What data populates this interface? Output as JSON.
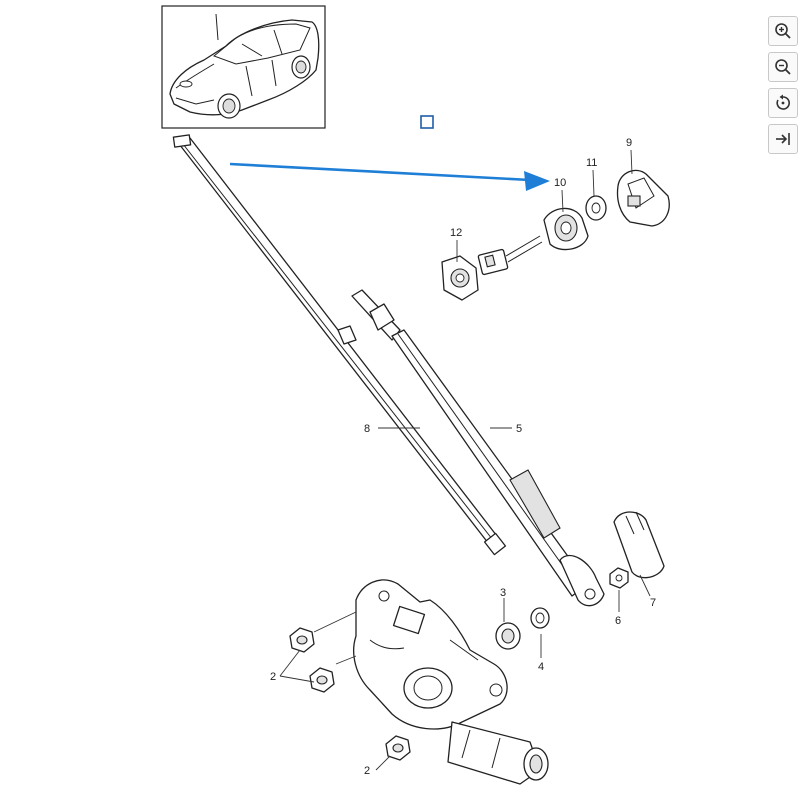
{
  "diagram": {
    "callouts": {
      "c2a": "2",
      "c2b": "2",
      "c3": "3",
      "c4": "4",
      "c5": "5",
      "c6": "6",
      "c7": "7",
      "c8": "8",
      "c9": "9",
      "c10": "10",
      "c11": "11",
      "c12": "12"
    },
    "colors": {
      "arrow": "#1f7fd6",
      "marker": "#1f5fa8"
    }
  },
  "toolbar": {
    "buttons": [
      {
        "icon": "zoom-in-icon"
      },
      {
        "icon": "zoom-out-icon"
      },
      {
        "icon": "reset-rotate-icon"
      },
      {
        "icon": "collapse-panel-icon"
      }
    ]
  }
}
